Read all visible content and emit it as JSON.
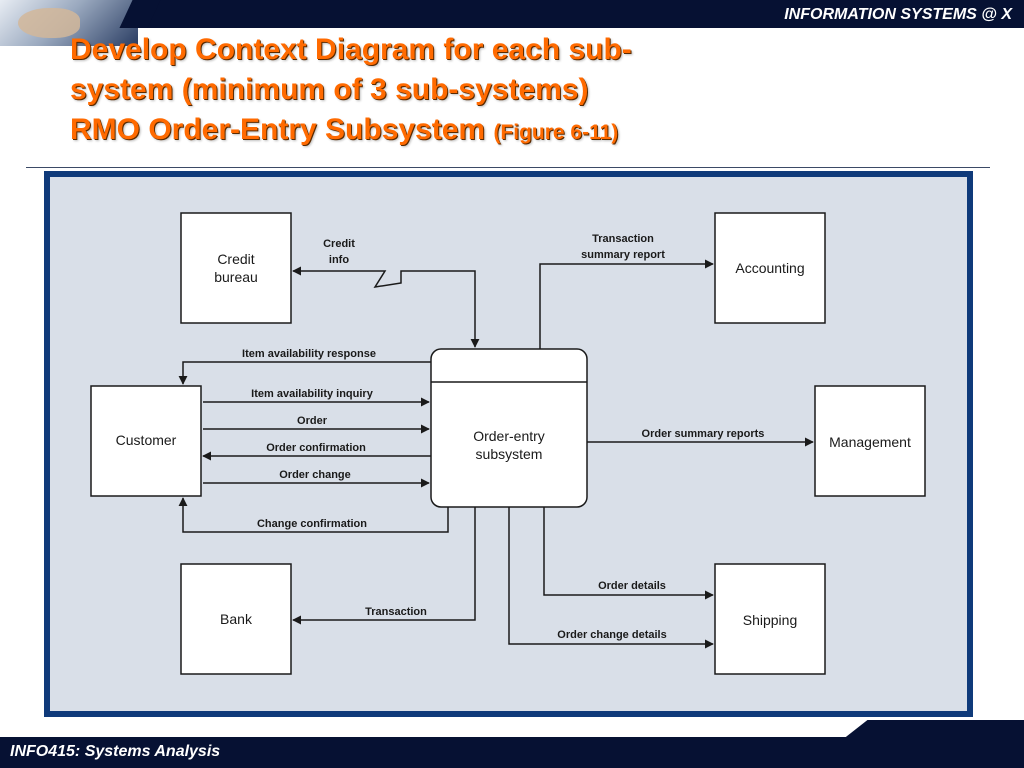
{
  "header": {
    "org_label": "INFORMATION SYSTEMS @ X"
  },
  "slide": {
    "title_line1": "Develop Context Diagram for each sub-",
    "title_line2": "system (minimum of 3 sub-systems)",
    "title_line3_main": "RMO Order-Entry Subsystem",
    "title_line3_small": "(Figure 6-11)"
  },
  "diagram": {
    "process": {
      "line1": "Order-entry",
      "line2": "subsystem"
    },
    "entities": {
      "credit_bureau": {
        "line1": "Credit",
        "line2": "bureau"
      },
      "accounting": "Accounting",
      "customer": "Customer",
      "management": "Management",
      "bank": "Bank",
      "shipping": "Shipping"
    },
    "flows": {
      "credit_info": {
        "line1": "Credit",
        "line2": "info"
      },
      "transaction_summary": {
        "line1": "Transaction",
        "line2": "summary report"
      },
      "item_availability_response": "Item availability response",
      "item_availability_inquiry": "Item availability inquiry",
      "order": "Order",
      "order_confirmation": "Order confirmation",
      "order_change": "Order change",
      "change_confirmation": "Change confirmation",
      "order_summary_reports": "Order summary reports",
      "transaction": "Transaction",
      "order_details": "Order details",
      "order_change_details": "Order change details"
    }
  },
  "footer": {
    "course_label": "INFO415: Systems Analysis"
  }
}
